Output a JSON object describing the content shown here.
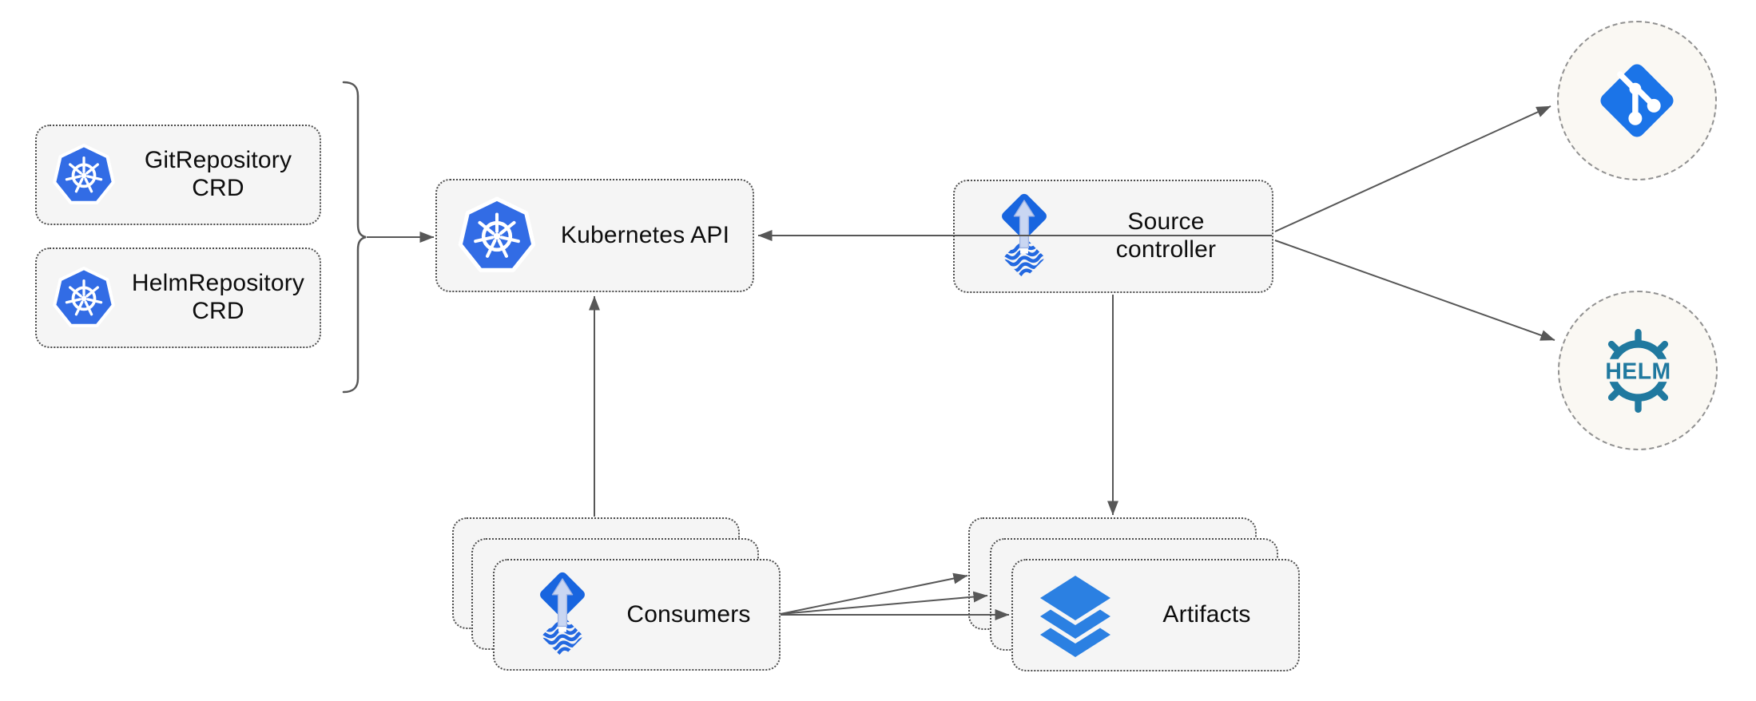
{
  "diagram_kind": "flux-source-controller-architecture",
  "colors": {
    "canvas_bg": "#FFFFFF",
    "box_fill": "#F5F5F5",
    "box_border": "#4D4D4D",
    "connector": "#575757",
    "circle_fill": "#FAF8F3",
    "circle_border": "#919191",
    "kubernetes_blue": "#326CE5",
    "git_blue": "#1B74E8",
    "flux_blue": "#1865DF",
    "flux_arrow_light": "#C9D6F2",
    "layers_blue": "#2B80E2",
    "helm_teal": "#20799F",
    "text": "#0D0D0D"
  },
  "nodes": {
    "git_repository_crd": {
      "line1": "GitRepository",
      "line2": "CRD",
      "icon": "kubernetes-icon"
    },
    "helm_repository_crd": {
      "line1": "HelmRepository",
      "line2": "CRD",
      "icon": "kubernetes-icon"
    },
    "kubernetes_api": {
      "label": "Kubernetes API",
      "icon": "kubernetes-icon"
    },
    "source_controller": {
      "line1": "Source",
      "line2": "controller",
      "icon": "flux-source-icon"
    },
    "consumers": {
      "label": "Consumers",
      "icon": "flux-source-icon",
      "stack_count": 3
    },
    "artifacts": {
      "label": "Artifacts",
      "icon": "layers-icon",
      "stack_count": 3
    },
    "git_remote": {
      "icon": "git-icon"
    },
    "helm_remote": {
      "icon": "helm-icon",
      "logo_text": "HELM"
    }
  },
  "edges": [
    {
      "id": "crd-group-to-kubernetes-api",
      "from": "crd-group",
      "to": "kubernetes-api"
    },
    {
      "id": "source-controller-to-kubernetes-api",
      "from": "source-controller",
      "to": "kubernetes-api"
    },
    {
      "id": "consumers-to-kubernetes-api",
      "from": "consumers",
      "to": "kubernetes-api"
    },
    {
      "id": "source-controller-to-artifacts",
      "from": "source-controller",
      "to": "artifacts"
    },
    {
      "id": "consumers-to-artifacts",
      "from": "consumers",
      "to": "artifacts",
      "count": 3
    },
    {
      "id": "source-controller-to-git-remote",
      "from": "source-controller",
      "to": "git-remote"
    },
    {
      "id": "source-controller-to-helm-remote",
      "from": "source-controller",
      "to": "helm-remote"
    }
  ]
}
